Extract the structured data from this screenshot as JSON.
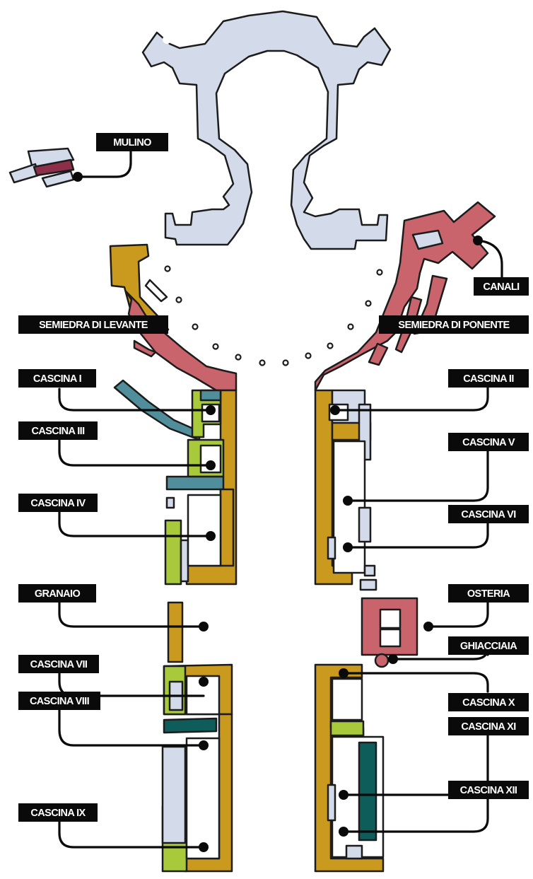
{
  "colors": {
    "palace": "#d3dbea",
    "semiedra": "#c9646c",
    "cascina": "#c99a1d",
    "garden": "#a8c93a",
    "teal_light": "#4f8e9a",
    "teal_dark": "#0f5d5a",
    "mulino": "#8d2f48",
    "osteria": "#c9646c",
    "courtyard": "#ffffff",
    "label_bg": "#0a0a0a",
    "label_text": "#ffffff"
  },
  "labels": {
    "mulino": "MULINO",
    "canali": "CANALI",
    "semiedra_levante": "SEMIEDRA DI LEVANTE",
    "semiedra_ponente": "SEMIEDRA DI PONENTE",
    "cascina_1": "CASCINA I",
    "cascina_2": "CASCINA II",
    "cascina_3": "CASCINA III",
    "cascina_4": "CASCINA IV",
    "cascina_5": "CASCINA V",
    "cascina_6": "CASCINA VI",
    "granaio": "GRANAIO",
    "osteria": "OSTERIA",
    "ghiacciaia": "GHIACCIAIA",
    "cascina_7": "CASCINA VII",
    "cascina_8": "CASCINA VIII",
    "cascina_9": "CASCINA IX",
    "cascina_10": "CASCINA X",
    "cascina_11": "CASCINA XI",
    "cascina_12": "CASCINA XII"
  }
}
